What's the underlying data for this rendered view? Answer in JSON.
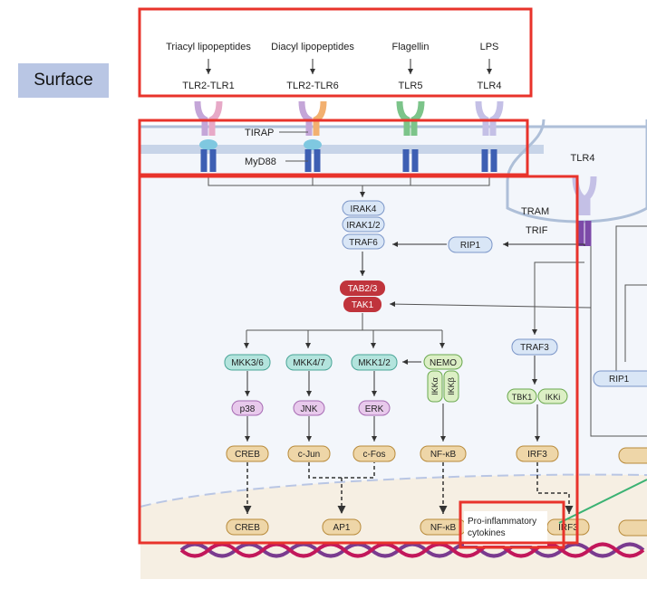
{
  "surface_tag": "Surface",
  "ligands": [
    "Triacyl lipopeptides",
    "Diacyl lipopeptides",
    "Flagellin",
    "LPS"
  ],
  "receptors": [
    "TLR2-TLR1",
    "TLR2-TLR6",
    "TLR5",
    "TLR4"
  ],
  "adaptors": {
    "tirap": "TIRAP",
    "myd88": "MyD88",
    "tram": "TRAM",
    "trif": "TRIF"
  },
  "endosome_receptor": "TLR4",
  "irak": [
    "IRAK4",
    "IRAK1/2",
    "TRAF6"
  ],
  "rip1": [
    "RIP1",
    "RIP1"
  ],
  "tak": [
    "TAB2/3",
    "TAK1"
  ],
  "mapkk": [
    "MKK3/6",
    "MKK4/7",
    "MKK1/2"
  ],
  "nemo": {
    "label": "NEMO",
    "ikka": "IKKα",
    "ikkb": "IKKβ"
  },
  "traf3": "TRAF3",
  "tbk": [
    "TBK1",
    "IKKi"
  ],
  "mapk": [
    "p38",
    "JNK",
    "ERK"
  ],
  "tf": [
    "CREB",
    "c-Jun",
    "c-Fos",
    "NF-κB",
    "IRF3"
  ],
  "nuclear_tf": [
    "CREB",
    "AP1",
    "NF-κB",
    "IRF3"
  ],
  "cytokines_label": [
    "Pro-inflammatory",
    "cytokines"
  ],
  "colors": {
    "highlight_box": "#e8332b",
    "pointer_line": "#3bb273",
    "membrane": "#c9d7ea",
    "irak_node": "#d9e6f6",
    "tak_node": "#c0343c",
    "mapkk_node": "#b3e4dd",
    "mapk_node": "#e8c9ec",
    "tf_node": "#eed6a8",
    "tbk_node": "#dcefc5",
    "nucleus": "#f6efe3"
  }
}
